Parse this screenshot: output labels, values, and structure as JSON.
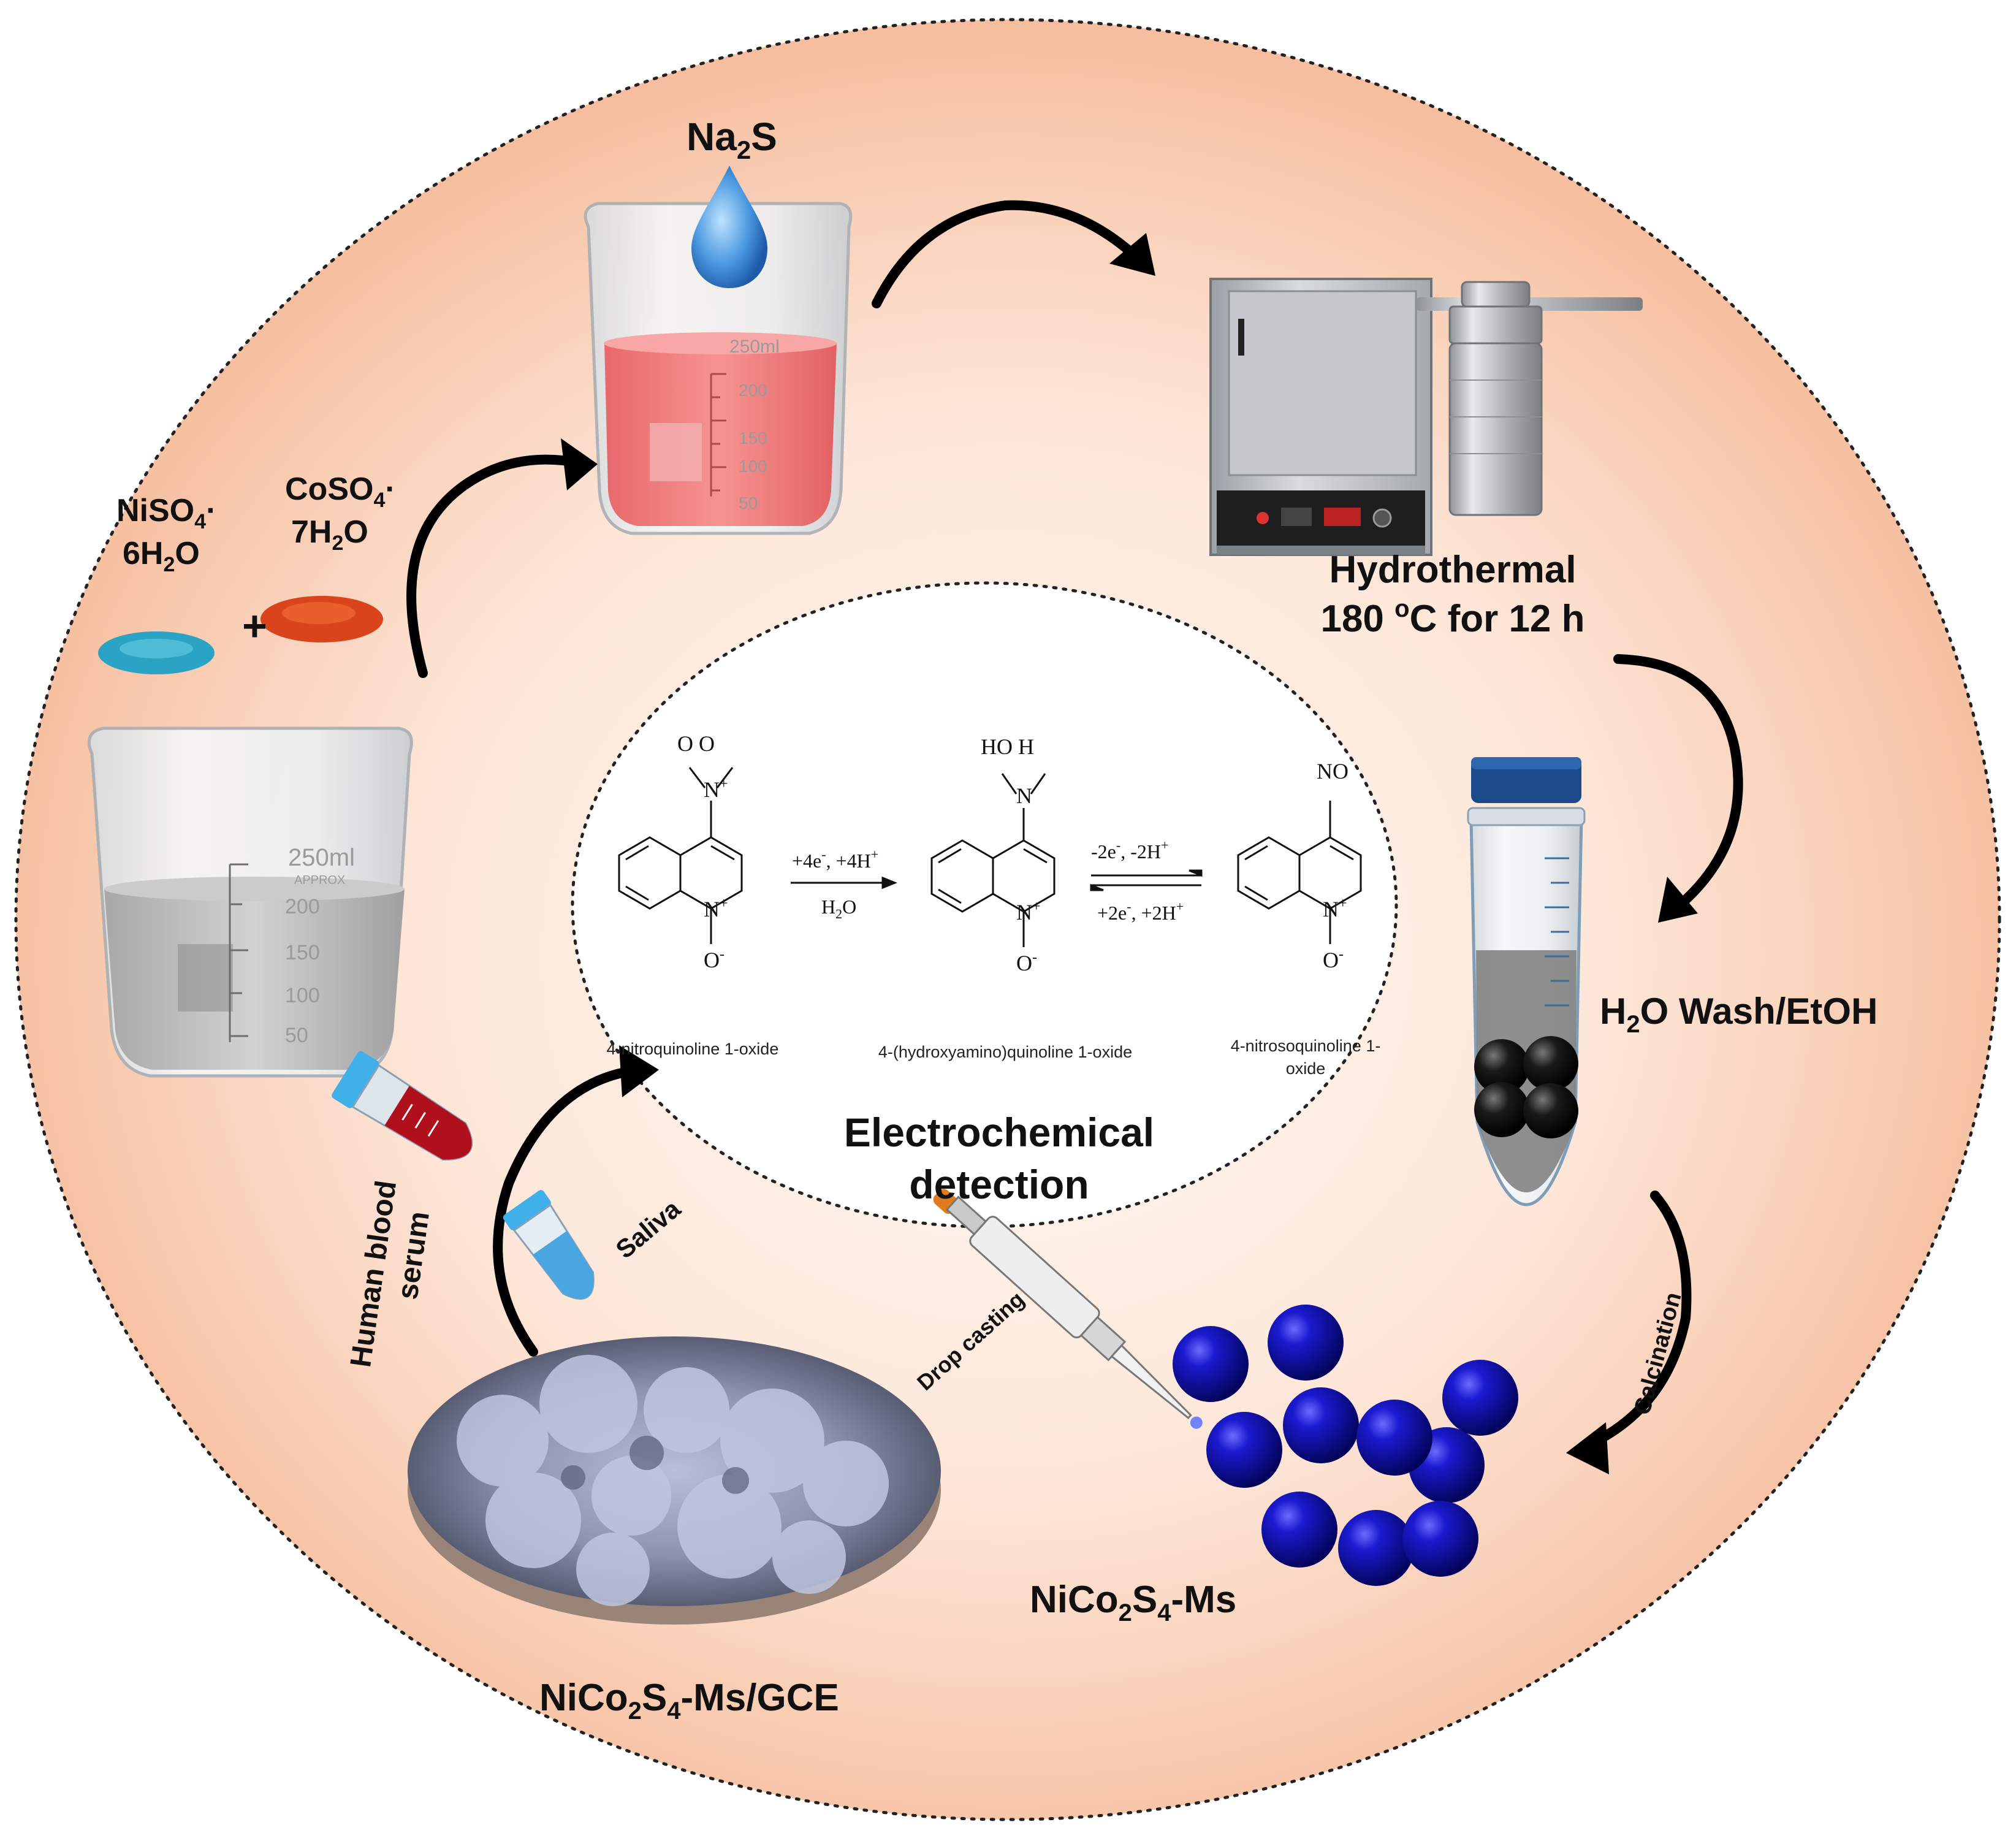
{
  "colors": {
    "background_inner": "#fffaf6",
    "background_outer": "#f5b896",
    "solution_red": "#f27b78",
    "solution_grey": "#bdbdbd",
    "nickel_powder": "#2aa3c4",
    "cobalt_powder": "#d9441d",
    "sphere_blue": "#1010a0",
    "cap_blue": "#1a4a8a"
  },
  "labels": {
    "na2s": {
      "main": "Na",
      "sub": "2",
      "tail": "S"
    },
    "coso4": {
      "line1_main": "CoSO",
      "line1_sub": "4",
      "line1_tail": "·",
      "line2_a": "7H",
      "line2_sub": "2",
      "line2_b": "O"
    },
    "niso4": {
      "line1_main": "NiSO",
      "line1_sub": "4",
      "line1_tail": "·",
      "line2_a": "6H",
      "line2_sub": "2",
      "line2_b": "O"
    },
    "plus": "+",
    "hydrothermal": {
      "line1": "Hydrothermal",
      "line2_a": "180 ",
      "line2_sup": "o",
      "line2_b": "C for 12 h"
    },
    "wash": {
      "a": "H",
      "sub": "2",
      "b": "O Wash/EtOH"
    },
    "calcination": "Calcination",
    "spheres": {
      "a": "NiCo",
      "sub1": "2",
      "b": "S",
      "sub2": "4",
      "c": "-Ms"
    },
    "electrode": {
      "a": "NiCo",
      "sub1": "2",
      "b": "S",
      "sub2": "4",
      "c": "-Ms/GCE"
    },
    "drop_casting": "Drop casting",
    "human_blood": {
      "line1": "Human blood",
      "line2": "serum"
    },
    "saliva": "Saliva",
    "electrochemical": {
      "line1": "Electrochemical",
      "line2": "detection"
    }
  },
  "beaker_marks": {
    "capacity": "250ml",
    "approx": "APPROX",
    "ticks": [
      "200",
      "150",
      "100",
      "50"
    ],
    "side": "250ml"
  },
  "reaction": {
    "step1_top": {
      "a": "+4e",
      "sup1": "-",
      "b": ", +4H",
      "sup2": "+"
    },
    "step1_bottom": {
      "a": "H",
      "sub": "2",
      "b": "O"
    },
    "step2_top": {
      "a": "-2e",
      "sup1": "-",
      "b": ", -2H",
      "sup2": "+"
    },
    "step2_bottom": {
      "a": "+2e",
      "sup1": "-",
      "b": ", +2H",
      "sup2": "+"
    },
    "compounds": [
      {
        "name": "4-nitroquinoline 1-oxide",
        "top_group": "O   O",
        "ring_n": "N",
        "n_charge": "+",
        "o_minus": "O",
        "minus": "-"
      },
      {
        "name": "4-(hydroxyamino)quinoline 1-oxide",
        "top_group": "HO   H",
        "mid_n": "N",
        "ring_n": "N",
        "n_charge": "+",
        "o_minus": "O",
        "minus": "-"
      },
      {
        "name_line1": "4-nitrosoquinoline 1-",
        "name_line2": "oxide",
        "top_group": "NO",
        "ring_n": "N",
        "n_charge": "+",
        "o_minus": "O",
        "minus": "-"
      }
    ]
  }
}
